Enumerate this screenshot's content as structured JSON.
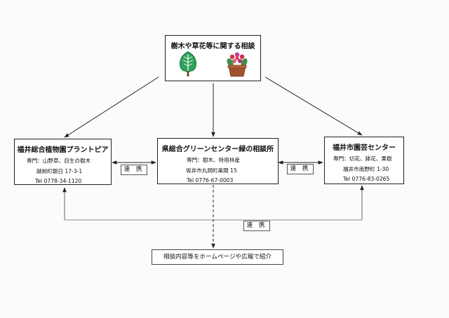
{
  "top": {
    "title": "樹木や草花等に関する相談",
    "icons": [
      "tree-leaf-icon",
      "flower-pot-icon"
    ]
  },
  "left": {
    "title": "福井総合植物園プラントピア",
    "specialty": "専門：山野草、自生の樹木",
    "address": "越前町朝日 17-3-1",
    "tel": "Tel 0778-34-1120"
  },
  "center": {
    "title": "県総合グリーンセンター緑の相談所",
    "specialty": "専門：樹木、特用林産",
    "address": "坂井市丸岡町楽間 15",
    "tel": "Tel 0776-67-0003"
  },
  "right": {
    "title": "福井市園芸センター",
    "specialty": "専門：切花、鉢花、果樹",
    "address": "福井市南野町 1-30",
    "tel": "Tel 0776-83-0265"
  },
  "links": {
    "left_center": "連 携",
    "center_right": "連 携",
    "bottom": "連 携"
  },
  "bottom": {
    "text": "相談内容等をホームページや広報で紹介"
  },
  "colors": {
    "tree_green": "#2ea35a",
    "pot_brown": "#a0522d",
    "flower_red": "#d0304a"
  }
}
